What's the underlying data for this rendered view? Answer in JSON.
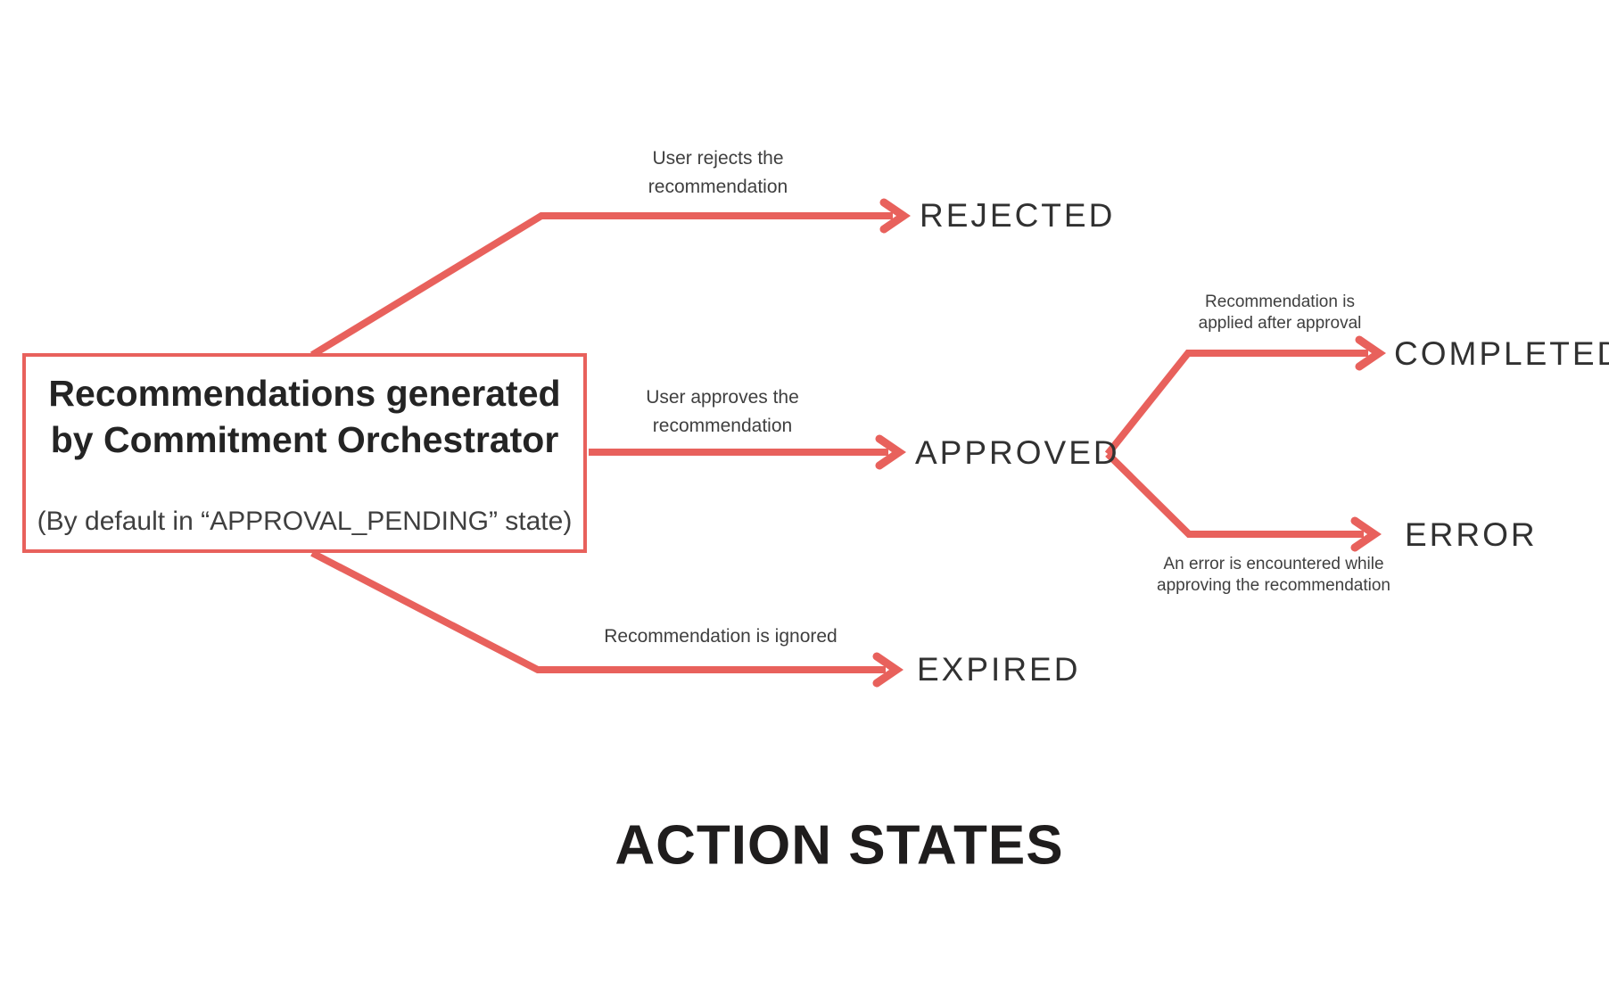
{
  "colors": {
    "accent": "#e8615c",
    "title_text": "#242424",
    "state_text": "#313131",
    "label_text": "#3f3f3f",
    "heading_text": "#1f1d1d"
  },
  "source_box": {
    "title_line1": "Recommendations generated",
    "title_line2": "by Commitment Orchestrator",
    "subtitle": "(By default in “APPROVAL_PENDING” state)"
  },
  "states": {
    "rejected": "REJECTED",
    "approved": "APPROVED",
    "completed": "COMPLETED",
    "error": "ERROR",
    "expired": "EXPIRED"
  },
  "transitions": {
    "reject": {
      "line1": "User rejects the",
      "line2": "recommendation"
    },
    "approve": {
      "line1": "User approves the",
      "line2": "recommendation"
    },
    "complete": {
      "line1": "Recommendation is",
      "line2": "applied after approval"
    },
    "error": {
      "line1": "An error is encountered while",
      "line2": "approving the recommendation"
    },
    "expire": {
      "line1": "Recommendation is ignored"
    }
  },
  "heading": "ACTION STATES"
}
